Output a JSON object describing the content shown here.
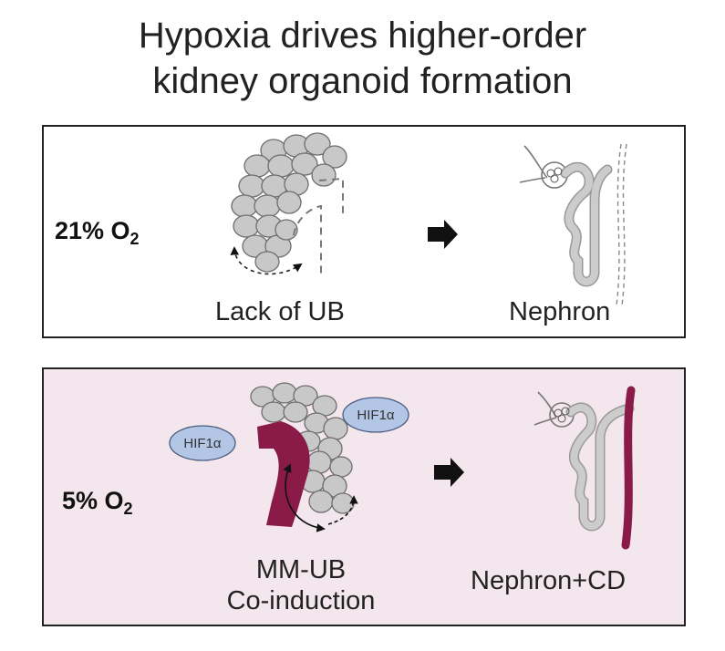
{
  "title": {
    "line1": "Hypoxia drives higher-order",
    "line2": "kidney organoid formation"
  },
  "panel_normoxia": {
    "condition_value": "21% O",
    "condition_subscript": "2",
    "left_label": "Lack of UB",
    "right_label": "Nephron"
  },
  "panel_hypoxia": {
    "condition_value": "5% O",
    "condition_subscript": "2",
    "factor_label_left": "HIF1α",
    "factor_label_right": "HIF1α",
    "left_label_line1": "MM-UB",
    "left_label_line2": "Co-induction",
    "right_label": "Nephron+CD"
  },
  "colors": {
    "panel_border": "#222222",
    "hypoxia_background": "#f3e6ec",
    "cell_fill": "#c8c8c8",
    "cell_stroke": "#6e6e6e",
    "ureteric_bud": "#8a1a48",
    "hif_bubble": "#b3c6e6",
    "arrow": "#111111"
  }
}
